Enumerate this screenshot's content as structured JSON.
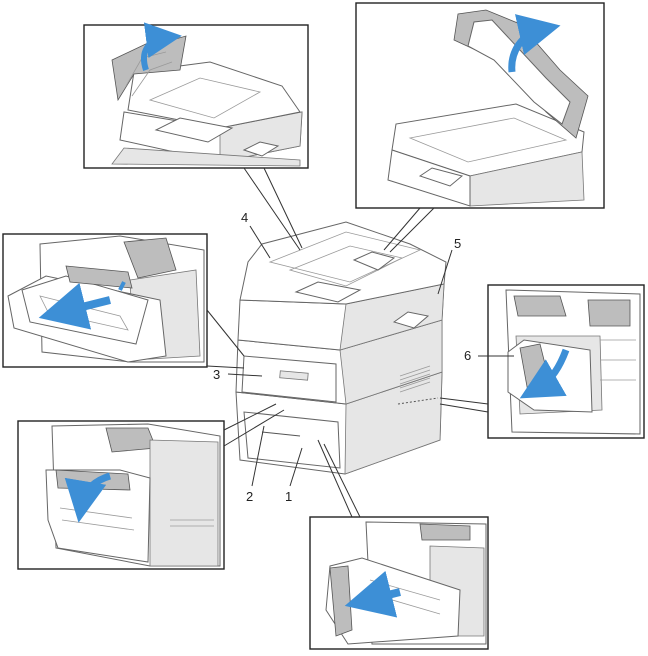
{
  "callouts": {
    "c1": "1",
    "c2": "2",
    "c3": "3",
    "c4": "4",
    "c5": "5",
    "c6": "6"
  },
  "colors": {
    "arrow": "#3d8fd6",
    "line": "#555555",
    "frame": "#222222"
  },
  "icons": {
    "arrow": "blue-curved-arrow-icon"
  }
}
